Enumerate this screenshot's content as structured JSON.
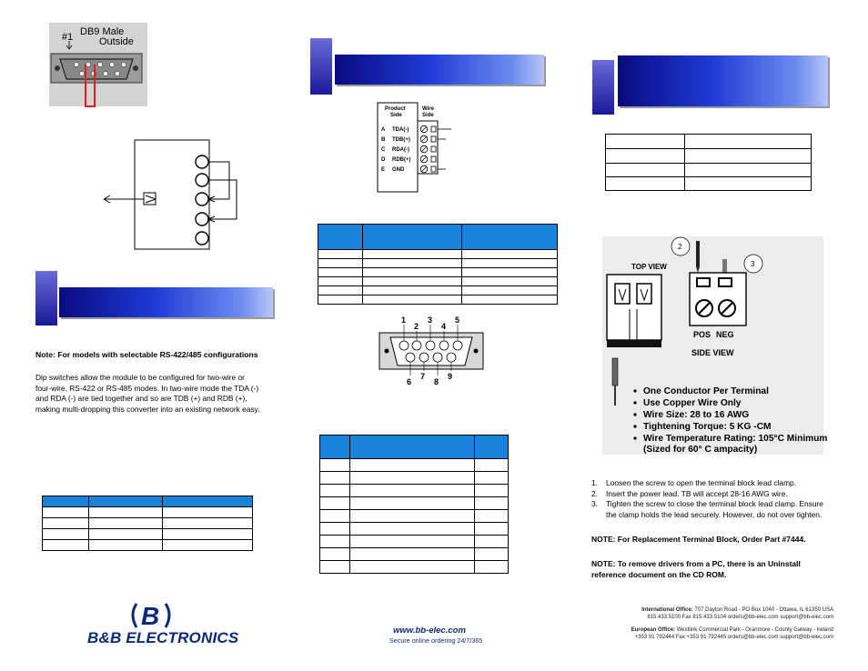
{
  "db9_loopback": {
    "pin_label": "#1",
    "title_line1": "DB9 Male",
    "title_line2": "Outside"
  },
  "col1": {
    "note": "Note:  For models with selectable RS-422/485 configurations",
    "paragraph_lines": [
      "Dip switches allow the module to be configured for two-wire or",
      "four-wire, RS-422 or RS-485 modes. In two-wire mode the TDA (-)",
      "and RDA (-) are tied together and so are TDB (+) and RDB (+),",
      "making multi-dropping this converter into an existing network easy."
    ]
  },
  "terminal_diagram": {
    "product_side_line1": "Product",
    "product_side_line2": "Side",
    "wire_side_line1": "Wire",
    "wire_side_line2": "Side",
    "rows": [
      {
        "letter": "A",
        "signal": "TDA(-)"
      },
      {
        "letter": "B",
        "signal": "TDB(+)"
      },
      {
        "letter": "C",
        "signal": "RDA(-)"
      },
      {
        "letter": "D",
        "signal": "RDB(+)"
      },
      {
        "letter": "E",
        "signal": "GND"
      }
    ]
  },
  "db9_pinout": {
    "pins": [
      "1",
      "2",
      "3",
      "4",
      "5",
      "6",
      "7",
      "8",
      "9"
    ]
  },
  "terminal_block": {
    "callout_2": "2",
    "callout_3": "3",
    "top_view": "TOP VIEW",
    "pos_label": "POS",
    "neg_label": "NEG",
    "side_view": "SIDE VIEW",
    "bullets": [
      "One Conductor Per Terminal",
      "Use Copper Wire Only",
      "Wire Size: 28 to 16 AWG",
      "Tightening Torque: 5 KG -CM",
      "Wire Temperature Rating: 105°C Minimum"
    ],
    "bullet_sub": "(Sized for 60° C ampacity)"
  },
  "steps": [
    {
      "num": "1.",
      "text": "Loosen the screw to open the terminal block lead clamp."
    },
    {
      "num": "2.",
      "text": "Insert the power lead. TB will accept 28-16 AWG wire."
    },
    {
      "num": "3.",
      "text": "Tighten the screw to close the terminal block lead clamp. Ensure"
    }
  ],
  "step3_cont": "the clamp holds the lead securely. However, do not over tighten.",
  "note_replacement": "NOTE: For Replacement Terminal Block, Order Part #7444.",
  "note_uninstall_line1": "NOTE:  To remove drivers from a PC, there is an Uninstall",
  "note_uninstall_line2": "reference document on the CD ROM.",
  "footer": {
    "logo_mark": "B",
    "logo_text": "B&B ELECTRONICS",
    "website": "www.bb-elec.com",
    "tagline": "Secure online ordering 24/7/365",
    "intl_label": "International Office:",
    "intl_address": "707 Dayton Road - PO Box 1040 - Ottawa, IL 61350 USA",
    "intl_contact": "815.433.5100  Fax 815.433.5104  orders@bb-elec.com  support@bb-elec.com",
    "euro_label": "European Office:",
    "euro_address": "Westlink Commercial Park - Oranmore - County Galway - Ireland",
    "euro_contact": "+353 91 792444  Fax +353 91 792445  orders@bb-elec.com  support@bb-elec.com"
  },
  "colors": {
    "banner_dark": "#0a0a80",
    "banner_light": "#6d8cf0",
    "table_header": "#1a82d8",
    "loop_wire": "#e02020"
  }
}
